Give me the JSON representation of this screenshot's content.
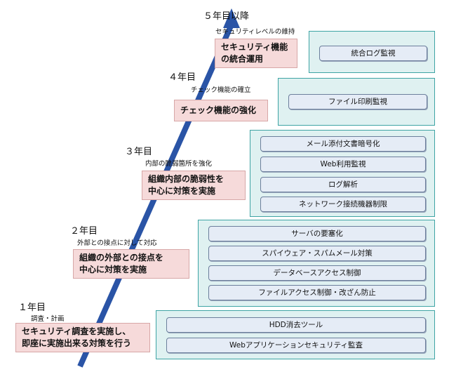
{
  "years": [
    {
      "label": "１年目",
      "sub": "調査・計画",
      "goal": [
        "セキュリティ調査を実施し、",
        "即座に実施出来る対策を行う"
      ],
      "items": [
        "HDD消去ツール",
        "Webアプリケーションセキュリティ監査"
      ]
    },
    {
      "label": "２年目",
      "sub": "外部との接点に対して対応",
      "goal": [
        "組織の外部との接点を",
        "中心に対策を実施"
      ],
      "items": [
        "サーバの要塞化",
        "スパイウェア・スパムメール対策",
        "データベースアクセス制御",
        "ファイルアクセス制御・改ざん防止"
      ]
    },
    {
      "label": "３年目",
      "sub": "内部の脆弱箇所を強化",
      "goal": [
        "組織内部の脆弱性を",
        "中心に対策を実施"
      ],
      "items": [
        "メール添付文書暗号化",
        "Web利用監視",
        "ログ解析",
        "ネットワーク接続機器制限"
      ]
    },
    {
      "label": "４年目",
      "sub": "チェック機能の確立",
      "goal": [
        "チェック機能の強化"
      ],
      "items": [
        "ファイル印刷監視"
      ]
    },
    {
      "label": "５年目以降",
      "sub": "セキュリティレベルの維持",
      "goal": [
        "セキュリティ機能",
        "の統合運用"
      ],
      "items": [
        "統合ログ監視"
      ]
    }
  ],
  "colors": {
    "arrow": "#2a54a6",
    "goal_bg": "#f6dada",
    "panel_bg": "#dff1f1",
    "item_bg": "#e5ecf6"
  }
}
